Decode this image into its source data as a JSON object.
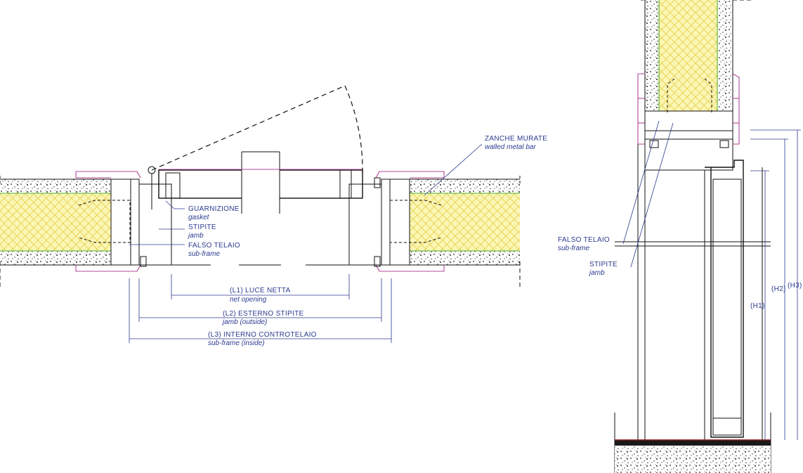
{
  "colors": {
    "annotation": "#2b3a8f",
    "insulation_fill": "#fbf6b5",
    "insulation_grid": "#e6cf4a",
    "cladding_line": "#b0479a",
    "insulation_edge": "#4caf2a",
    "floor_line": "#8b1a1a"
  },
  "plan_labels": {
    "anchors_it": "ZANCHE MURATE",
    "anchors_en": "walled metal bar",
    "gasket_it": "GUARNIZIONE",
    "gasket_en": "gasket",
    "jamb_it": "STIPITE",
    "jamb_en": "jamb",
    "subframe_it": "FALSO TELAIO",
    "subframe_en": "sub-frame"
  },
  "dimensions": {
    "l1_it": "(L1) LUCE NETTA",
    "l1_en": "net opening",
    "l2_it": "(L2) ESTERNO STIPITE",
    "l2_en": "jamb (outside)",
    "l3_it": "(L3) INTERNO CONTROTELAIO",
    "l3_en": "sub-frame (inside)"
  },
  "section_labels": {
    "subframe_it": "FALSO TELAIO",
    "subframe_en": "sub-frame",
    "jamb_it": "STIPITE",
    "jamb_en": "jamb",
    "h1": "(H1)",
    "h2": "(H2)",
    "h3": "(H3)"
  }
}
